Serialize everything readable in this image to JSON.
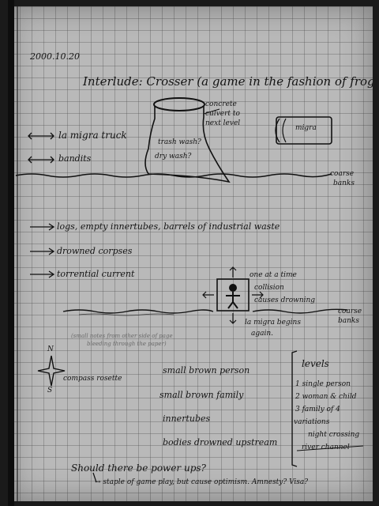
{
  "header": {
    "date": "2000.10.20",
    "title": "Interlude: Crosser (a game in the fashion of frogger)"
  },
  "top_scene": {
    "culvert_label": [
      "concrete",
      "culvert to",
      "next level"
    ],
    "trash_label": [
      "trash wash?",
      "dry wash?"
    ],
    "van_label": "migra",
    "migra_truck": "la migra truck",
    "bandits": "bandits",
    "bank_label": [
      "coarse",
      "banks"
    ]
  },
  "river_items": {
    "line1": "logs, empty innertubes, barrels of industrial waste",
    "line2": "drowned corpses",
    "line3": "torrential current"
  },
  "player_notes": {
    "one_at_a_time": "one at a time",
    "collision": "collision",
    "causes_drowning": "causes drowning",
    "bank_label": [
      "coarse",
      "banks"
    ],
    "migra_again": [
      "la migra begins",
      "again."
    ]
  },
  "faint_text": [
    "(small notes from other side of page",
    "bleeding through the paper)"
  ],
  "compass": {
    "n": "N",
    "s": "S",
    "label": "compass rosette"
  },
  "characters": [
    "small brown person",
    "small brown family",
    "innertubes",
    "bodies drowned upstream"
  ],
  "levels": {
    "heading": "levels",
    "items": [
      "1 single person",
      "2 woman & child",
      "3 family of 4",
      "variations",
      "night crossing",
      "river channel"
    ]
  },
  "footer": {
    "question": "Should there be power ups?",
    "answer": "→ staple of game play, but cause optimism. Amnesty? Visa?"
  }
}
